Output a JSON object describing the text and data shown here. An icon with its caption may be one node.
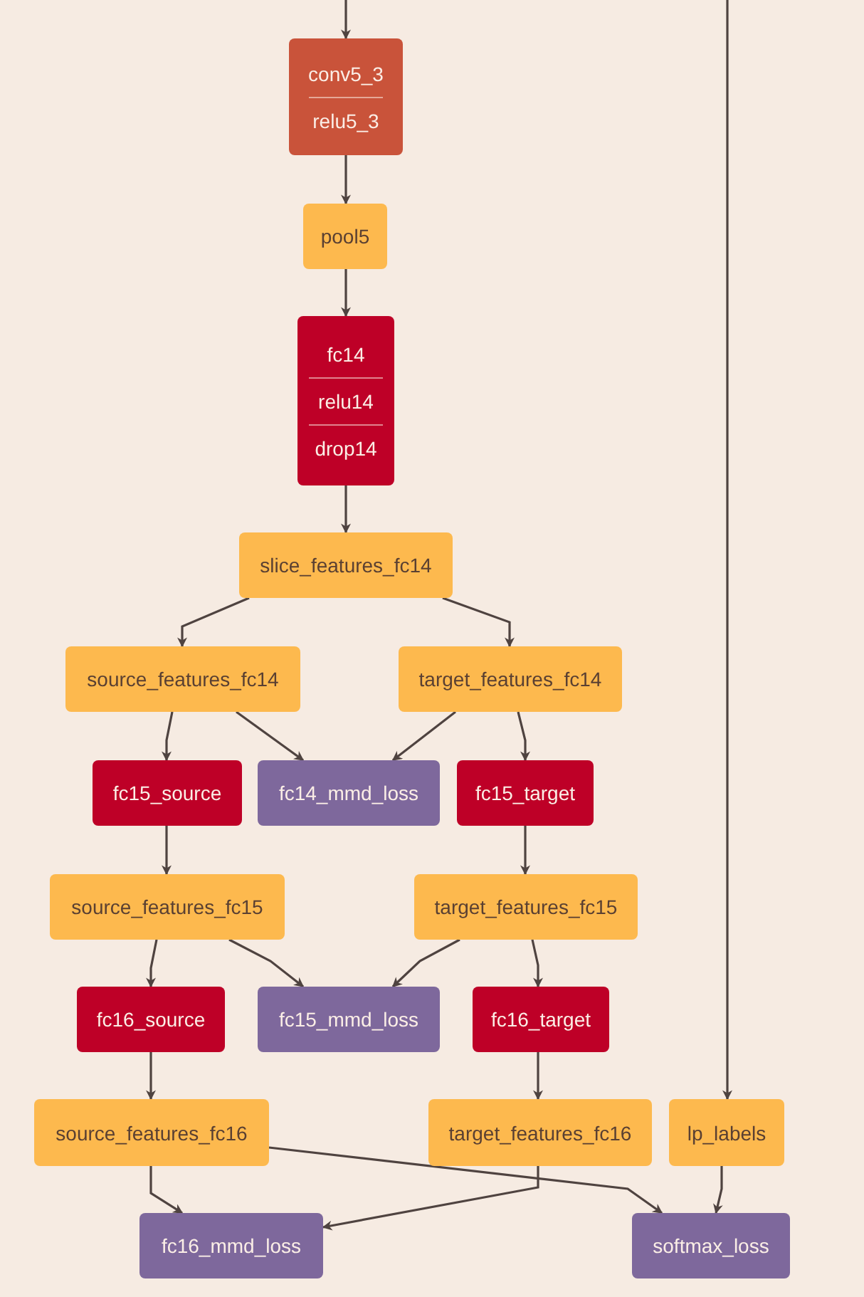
{
  "diagram": {
    "nodes": [
      {
        "text": [
          "conv5_3",
          "relu5_3"
        ]
      },
      {
        "text": [
          "pool5"
        ]
      },
      {
        "text": [
          "fc14",
          "relu14",
          "drop14"
        ]
      },
      {
        "text": [
          "slice_features_fc14"
        ]
      },
      {
        "text": [
          "source_features_fc14"
        ]
      },
      {
        "text": [
          "target_features_fc14"
        ]
      },
      {
        "text": [
          "fc15_source"
        ]
      },
      {
        "text": [
          "fc14_mmd_loss"
        ]
      },
      {
        "text": [
          "fc15_target"
        ]
      },
      {
        "text": [
          "source_features_fc15"
        ]
      },
      {
        "text": [
          "target_features_fc15"
        ]
      },
      {
        "text": [
          "fc16_source"
        ]
      },
      {
        "text": [
          "fc15_mmd_loss"
        ]
      },
      {
        "text": [
          "fc16_target"
        ]
      },
      {
        "text": [
          "source_features_fc16"
        ]
      },
      {
        "text": [
          "target_features_fc16"
        ]
      },
      {
        "text": [
          "lp_labels"
        ]
      },
      {
        "text": [
          "fc16_mmd_loss"
        ]
      },
      {
        "text": [
          "softmax_loss"
        ]
      }
    ],
    "edges": [
      {
        "from": null,
        "to": 0,
        "arrow": "to"
      },
      {
        "from": null,
        "to": 16,
        "arrow": "to"
      },
      {
        "from": 0,
        "to": 1,
        "arrow": "to"
      },
      {
        "from": 1,
        "to": 2,
        "arrow": "to"
      },
      {
        "from": 2,
        "to": 3,
        "arrow": "to"
      },
      {
        "from": 3,
        "to": 4,
        "arrow": "to"
      },
      {
        "from": 3,
        "to": 5,
        "arrow": "to"
      },
      {
        "from": 4,
        "to": 6,
        "arrow": "to"
      },
      {
        "from": 4,
        "to": 7,
        "arrow": "to"
      },
      {
        "from": 5,
        "to": 7,
        "arrow": "to"
      },
      {
        "from": 5,
        "to": 8,
        "arrow": "to"
      },
      {
        "from": 6,
        "to": 9,
        "arrow": "to"
      },
      {
        "from": 8,
        "to": 10,
        "arrow": "to"
      },
      {
        "from": 9,
        "to": 11,
        "arrow": "to"
      },
      {
        "from": 9,
        "to": 12,
        "arrow": "to"
      },
      {
        "from": 10,
        "to": 12,
        "arrow": "to"
      },
      {
        "from": 10,
        "to": 13,
        "arrow": "to"
      },
      {
        "from": 11,
        "to": 14,
        "arrow": "to"
      },
      {
        "from": 13,
        "to": 15,
        "arrow": "to"
      },
      {
        "from": 14,
        "to": 17,
        "arrow": "to"
      },
      {
        "from": 14,
        "to": 18,
        "arrow": "to"
      },
      {
        "from": 15,
        "to": 17,
        "arrow": "to"
      },
      {
        "from": 16,
        "to": 18,
        "arrow": "to"
      }
    ]
  }
}
